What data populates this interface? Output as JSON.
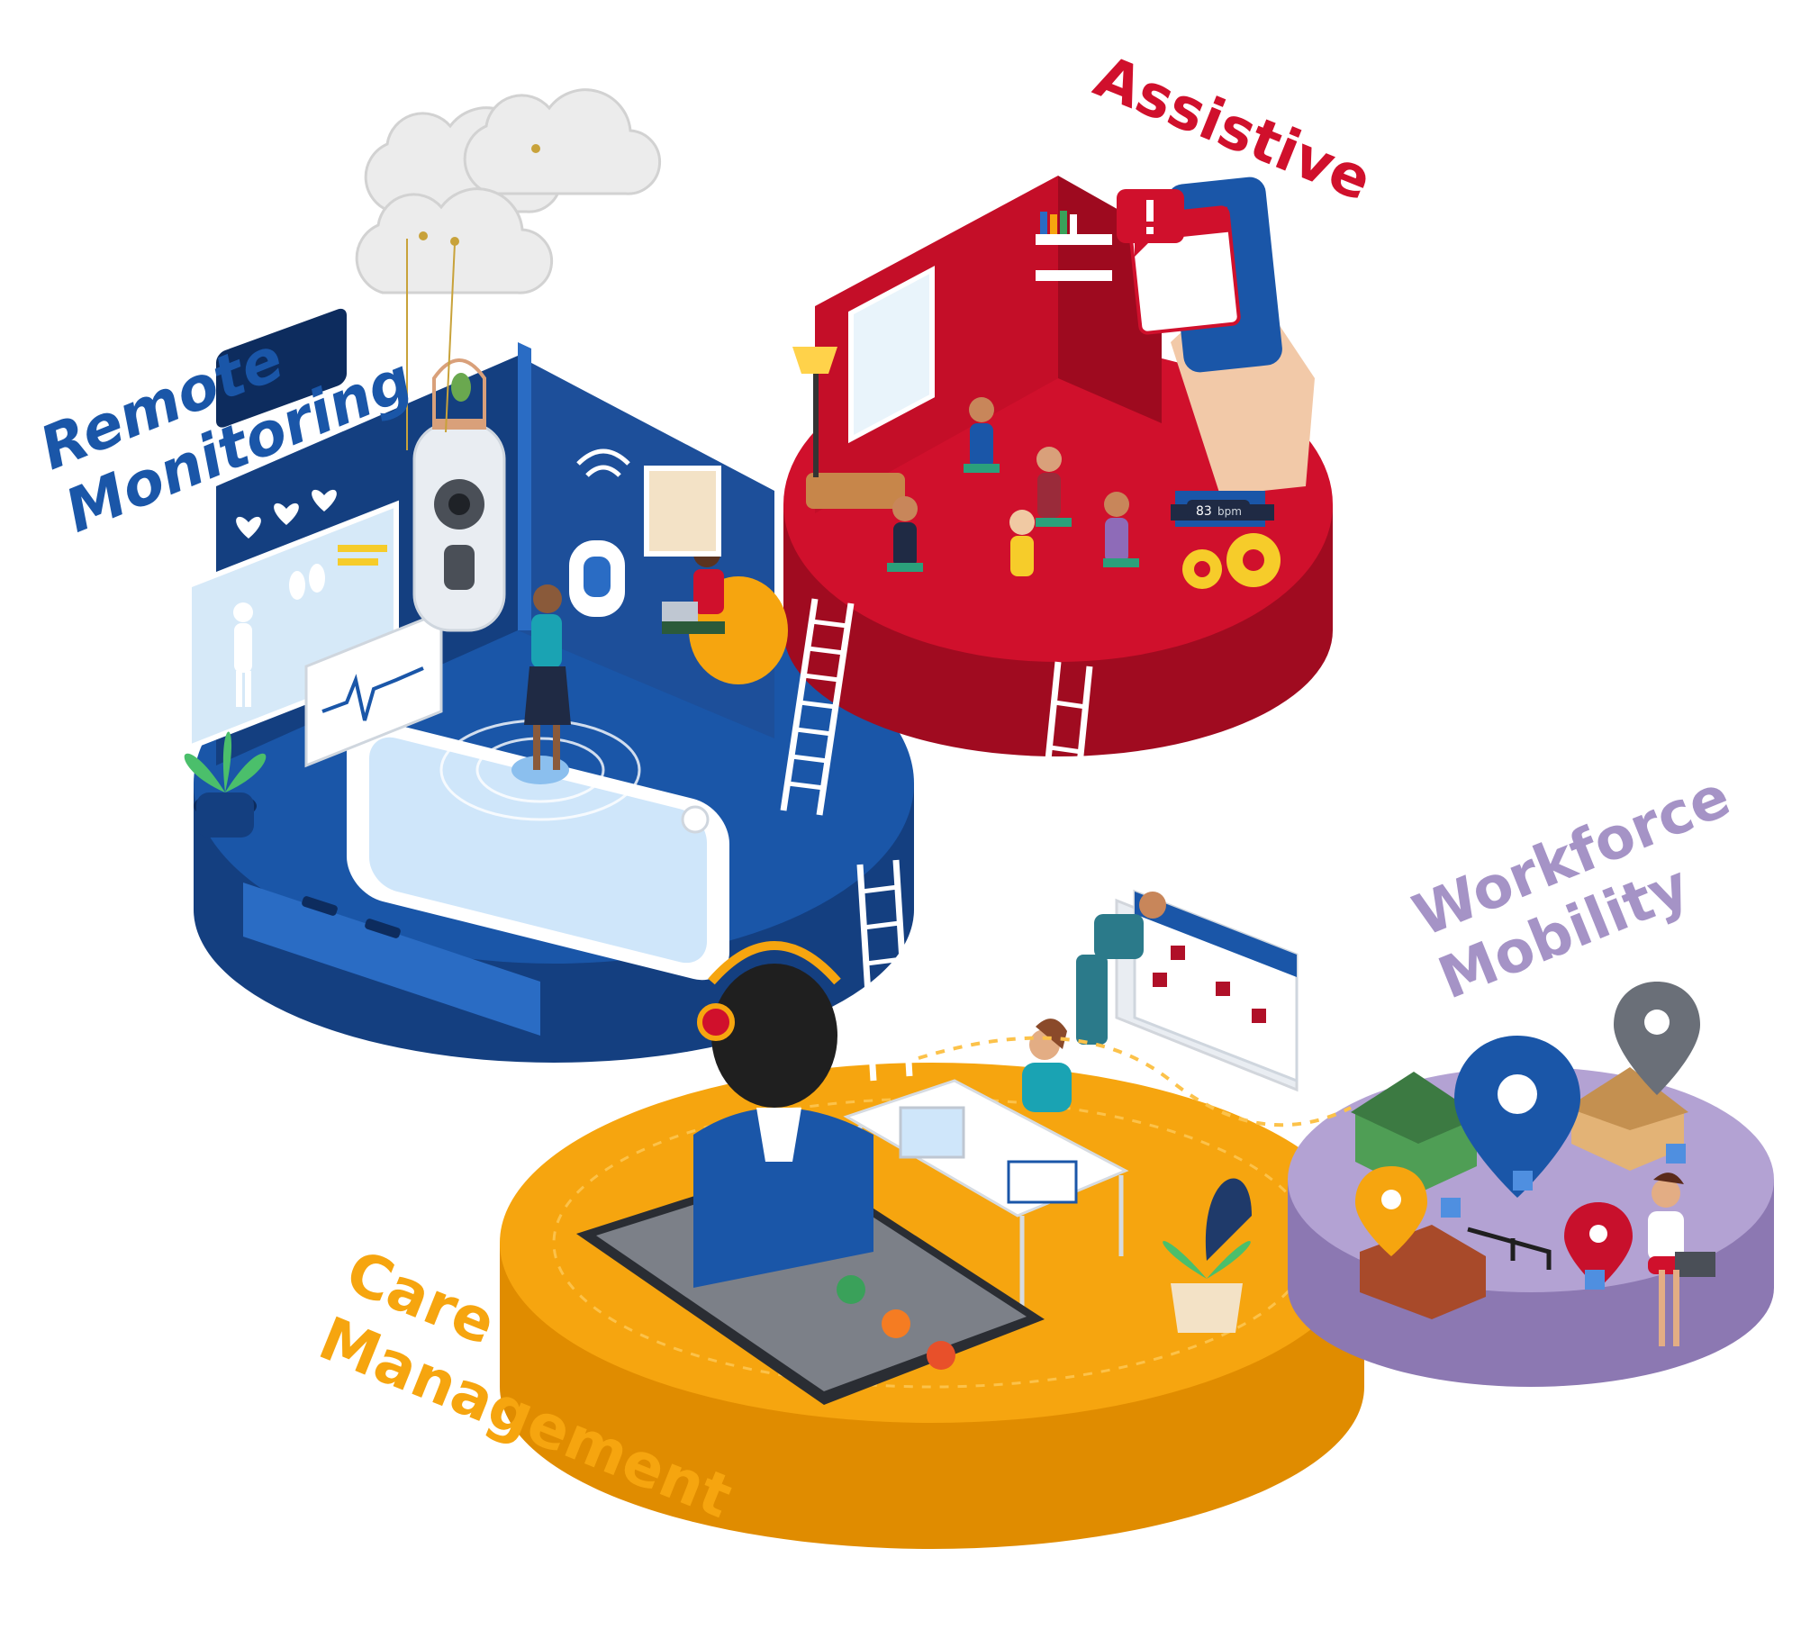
{
  "zones": {
    "remote": {
      "line1": "Remote",
      "line2": "Monitoring",
      "color": "#1a56a8",
      "dark": "#143f80",
      "light": "#2a6cc4"
    },
    "assistive": {
      "line1": "Assistive",
      "color": "#d0102c",
      "dark": "#a00b20",
      "light": "#e2283e"
    },
    "workforce": {
      "line1": "Workforce",
      "line2": "Mobility",
      "color": "#a593c6",
      "dark": "#8c78b2",
      "light": "#c2b4dc"
    },
    "care": {
      "line1": "Care",
      "line2": "Management",
      "color": "#f6a50f",
      "dark": "#e08c00",
      "light": "#fcc24a"
    }
  },
  "icons": [
    "cloud-icon",
    "heart-icon",
    "lungs-icon",
    "body-icon",
    "ecg-icon",
    "camera-icon",
    "wifi-icon",
    "birdcage-icon",
    "smartwatch-icon",
    "phone-icon",
    "alert-icon",
    "calendar-icon",
    "gear-icon",
    "headset-icon",
    "chat-icon",
    "email-icon",
    "call-icon",
    "map-pin-icon",
    "house-icon",
    "plant-icon",
    "ladder-icon",
    "laptop-icon"
  ],
  "wearable": {
    "reading": "83",
    "unit": "bpm"
  }
}
